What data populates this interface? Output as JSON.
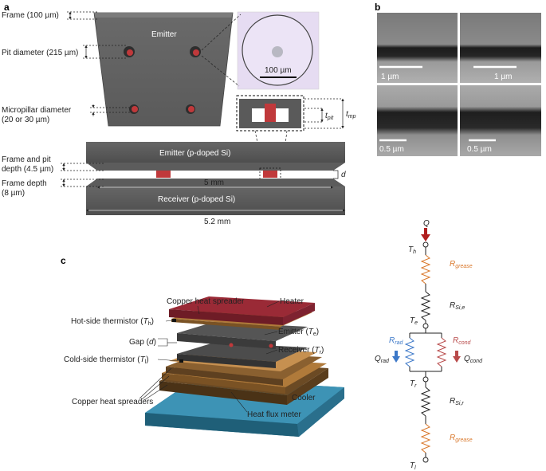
{
  "panels": {
    "a": "a",
    "b": "b",
    "c": "c"
  },
  "panel_a": {
    "frame_label": "Frame (100 µm)",
    "pit_label": "Pit diameter (215 µm)",
    "emitter_label": "Emitter",
    "micropillar_label_1": "Micropillar diameter",
    "micropillar_label_2": "(20 or 30 µm)",
    "scale_100um": "100 µm",
    "t_pit": "t",
    "t_pit_sub": "pit",
    "t_mp": "t",
    "t_mp_sub": "mp",
    "frame_pit_depth_1": "Frame and pit",
    "frame_pit_depth_2": "depth (4.5 µm)",
    "emitter_side": "Emitter (p-doped Si)",
    "receiver_side": "Receiver (p-doped Si)",
    "frame_depth_1": "Frame depth",
    "frame_depth_2": "(8 µm)",
    "gap_d": "d",
    "dim_5mm": "5 mm",
    "dim_52mm": "5.2 mm"
  },
  "panel_b": {
    "sem_scales": [
      "1 µm",
      "1 µm",
      "0.5 µm",
      "0.5 µm"
    ]
  },
  "panel_c": {
    "copper_top": "Copper heat spreader",
    "heater": "Heater",
    "hot_thermistor": "Hot-side thermistor (",
    "hot_T": "T",
    "hot_sub": "h",
    "emitter": "Emitter (",
    "emitter_T": "T",
    "emitter_sub": "e",
    "gap": "Gap (",
    "gap_d": "d",
    "receiver": "Receiver (",
    "receiver_T": "T",
    "receiver_sub": "r",
    "cold_thermistor": "Cold-side thermistor (",
    "cold_T": "T",
    "cold_sub": "l",
    "copper_spreaders": "Copper heat spreaders",
    "cooler": "Cooler",
    "heat_flux": "Heat flux meter",
    "close_paren": ")"
  },
  "circuit": {
    "Q": "Q",
    "Th": "T",
    "Th_sub": "h",
    "R_grease_top": "R",
    "R_grease_top_sub": "grease",
    "R_si_e": "R",
    "R_si_e_sub": "Si,e",
    "Te": "T",
    "Te_sub": "e",
    "R_rad": "R",
    "R_rad_sub": "rad",
    "R_cond": "R",
    "R_cond_sub": "cond",
    "Q_rad": "Q",
    "Q_rad_sub": "rad",
    "Q_cond": "Q",
    "Q_cond_sub": "cond",
    "Tr": "T",
    "Tr_sub": "r",
    "R_si_r": "R",
    "R_si_r_sub": "Si,r",
    "R_grease_bot": "R",
    "R_grease_bot_sub": "grease",
    "Tl": "T",
    "Tl_sub": "l"
  },
  "colors": {
    "pillar": "#c0393b",
    "grease": "#d9772a",
    "rad": "#3c78c8",
    "cond": "#b84a4a",
    "cooler": "#2e7d9c",
    "copper": "#b07a3a",
    "heater": "#9a2a36"
  }
}
